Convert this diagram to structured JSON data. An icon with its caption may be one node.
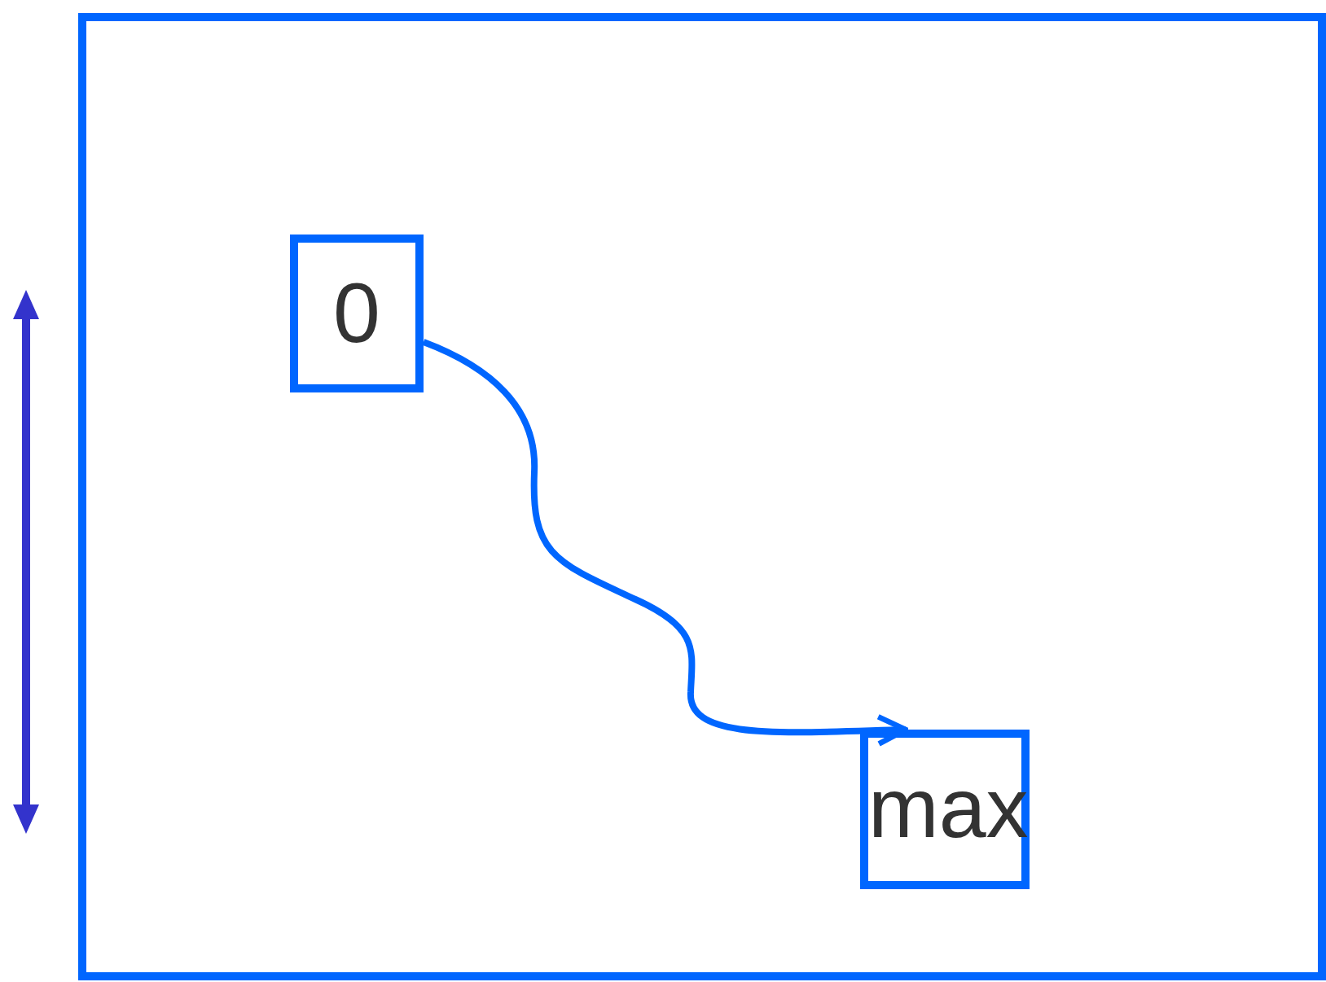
{
  "diagram": {
    "nodes": [
      {
        "text": [],
        "shape": "box"
      },
      {
        "text": [
          "0"
        ],
        "in": 0
      },
      {
        "text": [
          "max"
        ],
        "in": 0
      }
    ],
    "edges": [
      {
        "from": 1,
        "to": 2,
        "arrow": "to"
      }
    ]
  }
}
